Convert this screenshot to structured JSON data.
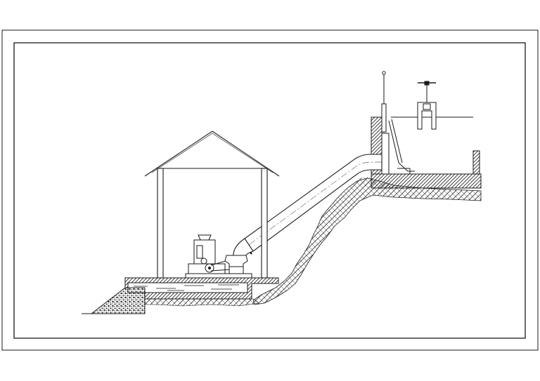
{
  "drawing": {
    "subject": "",
    "colors": {
      "line": "#1a1a1a",
      "hatch": "#333333",
      "paper": "#ffffff"
    },
    "components": [
      {
        "id": "outer-frame",
        "icon": "frame"
      },
      {
        "id": "powerhouse",
        "icon": "house-outline"
      },
      {
        "id": "turbine-generator",
        "icon": "machine"
      },
      {
        "id": "penstock",
        "icon": "pipe"
      },
      {
        "id": "forebay-intake",
        "icon": "tank"
      },
      {
        "id": "sluice-gate",
        "icon": "gate-wheel"
      },
      {
        "id": "trash-rack",
        "icon": "rack"
      },
      {
        "id": "tailrace-channel",
        "icon": "channel"
      },
      {
        "id": "riprap",
        "icon": "gravel"
      },
      {
        "id": "hillside-ground",
        "icon": "earth-hatch"
      }
    ]
  }
}
